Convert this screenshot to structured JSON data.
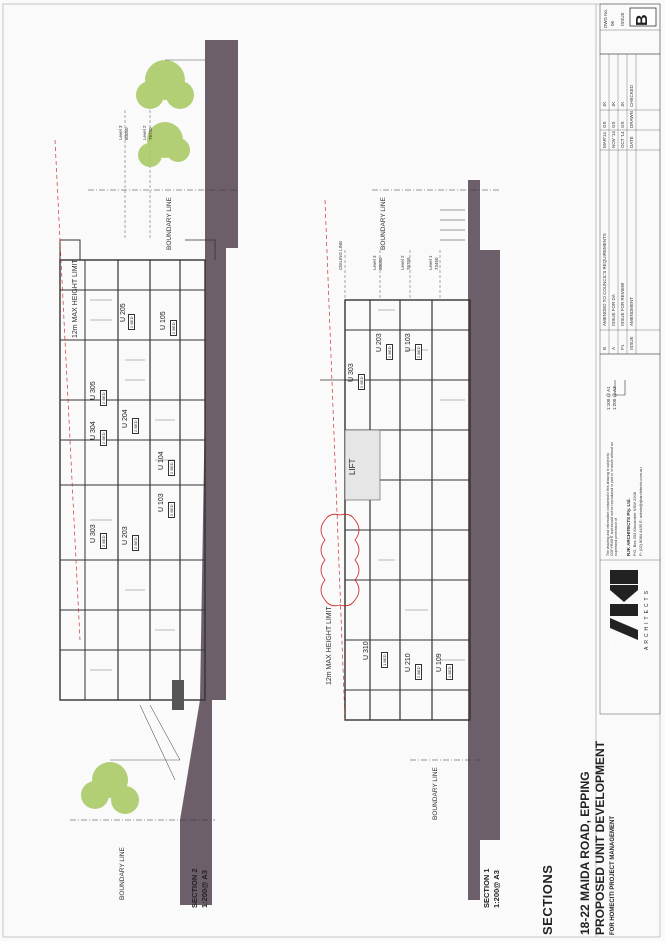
{
  "sheet": {
    "title": "SECTIONS",
    "project_address": "18-22 MAIDA ROAD, EPPING",
    "project_name": "PROPOSED UNIT DEVELOPMENT",
    "client": "FOR HOMECITI PROJECT MANAGEMENT",
    "dwg_no_label": "DWG No.",
    "dwg_no": "06",
    "issue_label": "ISSUE",
    "issue": "B"
  },
  "sections": [
    {
      "id": "section-2",
      "title": "SECTION 2",
      "scale": "1:200@ A3",
      "height_limit": "12m MAX HEIGHT LIMIT",
      "boundary_lines": [
        "BOUNDARY LINE",
        "BOUNDARY LINE"
      ],
      "levels": [
        "Level 3",
        "Level 2"
      ],
      "level_values": [
        "80050",
        "76750"
      ],
      "units": [
        "U 205",
        "U 105",
        "U 305",
        "U 304",
        "U 204",
        "U 104",
        "U 103",
        "U 303",
        "U 203"
      ],
      "beds": [
        "2 BED",
        "2 BED",
        "2 BED",
        "2 BED",
        "2 BED",
        "2 BED",
        "2 BED",
        "2 BED",
        "2 BED"
      ]
    },
    {
      "id": "section-1",
      "title": "SECTION 1",
      "scale": "1:200@ A3",
      "height_limit": "12m MAX HEIGHT LIMIT",
      "boundary_lines": [
        "BOUNDARY LINE",
        "BOUNDARY LINE"
      ],
      "ceiling_line": "CEILING LINE",
      "levels": [
        "Level 3",
        "Level 2",
        "Level 1"
      ],
      "level_values": [
        "80050",
        "76750",
        "73450"
      ],
      "units": [
        "U 203",
        "U 103",
        "U 303",
        "U 310",
        "U 210",
        "U 109"
      ],
      "beds": [
        "2 BED",
        "2 BED",
        "2 BED",
        "1 BED",
        "2 BED",
        "1 BED"
      ],
      "lift": "LIFT"
    }
  ],
  "firm": {
    "logo": "RJK",
    "tagline": "ARCHITECTS",
    "name": "RJK ARCHITECTS Pty. Ltd.",
    "address": "P.O. Box 304 Kincumber NSW 2208",
    "contact": "P: (02) 8084 4435  E: admin@rjkarchitects.com.au",
    "copyright": "The drawing and information contained in this drawing is subject to COPYRIGHT and should not be reproduced in part or in whole without an expressed permission of",
    "scale_a1": "1:100 @ A1",
    "scale_a3": "1:200 @ A3"
  },
  "revisions": {
    "headers": [
      "ISSUE",
      "AMENDMENT",
      "DATE",
      "DRAWN",
      "CHECKED"
    ],
    "rows": [
      [
        "B",
        "AMENDED TO COUNCIL'S REQUIREMENTS",
        "MAR'14",
        "GS",
        "JK"
      ],
      [
        "A",
        "ISSUE FOR DA",
        "NOV '14",
        "GS",
        "JK"
      ],
      [
        "P1",
        "ISSUE FOR REVIEW",
        "OCT '14",
        "GS",
        "JK"
      ]
    ]
  }
}
